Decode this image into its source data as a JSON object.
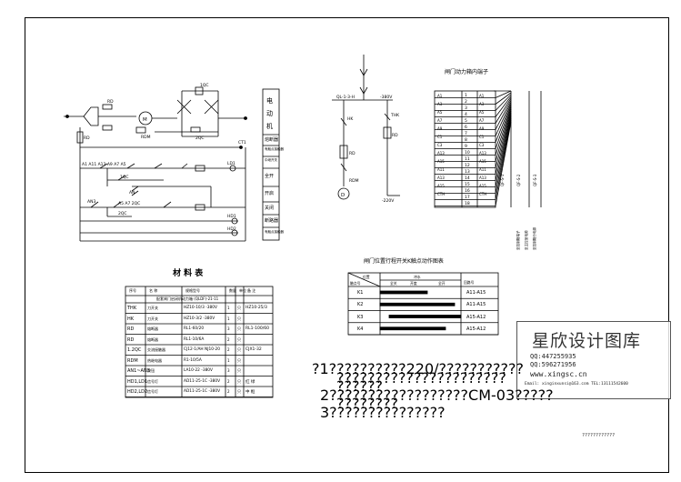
{
  "motor_box": {
    "title": "电动机",
    "rows": [
      "熔断器",
      "有触点接触器",
      "中继开关",
      "全开",
      "开启",
      "关闭",
      "断路器",
      "有触点接触器"
    ]
  },
  "terminal_title": "闸门动力箱内端子",
  "terminal_labels": [
    "A1",
    "A3",
    "A5",
    "A7",
    "A9",
    "C1",
    "C3",
    "A13",
    "A15",
    "A11",
    "A13",
    "A15",
    "CTH"
  ],
  "terminal_numbers": [
    "1",
    "2",
    "3",
    "4",
    "5",
    "6",
    "7",
    "8",
    "9",
    "10",
    "11",
    "12",
    "13",
    "14",
    "15",
    "16",
    "17",
    "18"
  ],
  "vert_labels": [
    "QF-S-1",
    "QF-S-2",
    "QF-S-3"
  ],
  "cable_labels": [
    "至控制箱端子",
    "至主控室电源",
    "至控制箱分电源"
  ],
  "materials": {
    "title": "材 料 表",
    "headers": [
      "序号",
      "名 称",
      "规格型号",
      "数量",
      "单位",
      "备 注"
    ],
    "subtitle": "配套闸门启闭机动力箱 (QLDF)-21-11",
    "rows": [
      [
        "THK",
        "刀开关",
        "HZ10-10/3 -380V",
        "1",
        "只",
        "HZ10-25/3"
      ],
      [
        "HK",
        "刀开关",
        "HZ10-3/2 -380V",
        "1",
        "只",
        ""
      ],
      [
        "RD",
        "熔断器",
        "RL1-60/20",
        "3",
        "只",
        "RL1-100/60"
      ],
      [
        "RD",
        "熔断器",
        "RL1-10/6A",
        "2",
        "只",
        ""
      ],
      [
        "1.2QC",
        "交流接触器",
        "CJ12-1/AH NJ10-20",
        "2",
        "只",
        "CJX1-32"
      ],
      [
        "RDM",
        "热继电器",
        "R1-10/5A",
        "1",
        "只",
        ""
      ],
      [
        "AN1~AN3",
        "按钮",
        "LA10-22 -380V",
        "3",
        "只",
        ""
      ],
      [
        "HD1,LD1",
        "信号灯",
        "AD11-25-1C -380V",
        "2",
        "只",
        "红 绿"
      ],
      [
        "HD2,LD2",
        "信号灯",
        "AD11-25-1C -380V",
        "2",
        "只",
        "中 框"
      ]
    ]
  },
  "limit_table": {
    "title": "闸门位置行程开关K触点动作图表",
    "headers": [
      "位置",
      "触点号",
      "全关",
      "开度",
      "全开",
      "回路号"
    ],
    "subheader": "冲水",
    "rows": [
      {
        "label": "K1",
        "circuit": "A11-A15"
      },
      {
        "label": "K2",
        "circuit": "A11-A15"
      },
      {
        "label": "K3",
        "circuit": "A15-A12"
      },
      {
        "label": "K4",
        "circuit": "A15-A12"
      }
    ]
  },
  "notes": [
    "?1??????????220/???????????",
    "??????????????????????",
    "??????",
    "2??????????????????CM-03?????",
    "????????",
    "3???????????????"
  ],
  "drawing_code": "????????????",
  "watermark": {
    "title": "星欣设计图库",
    "qq1": "QQ:447255935",
    "qq2": "QQ:596271956",
    "web": "www.xingsc.cn",
    "mail": "Email: xinginxunsi@163.com  TEL:13111542600"
  }
}
